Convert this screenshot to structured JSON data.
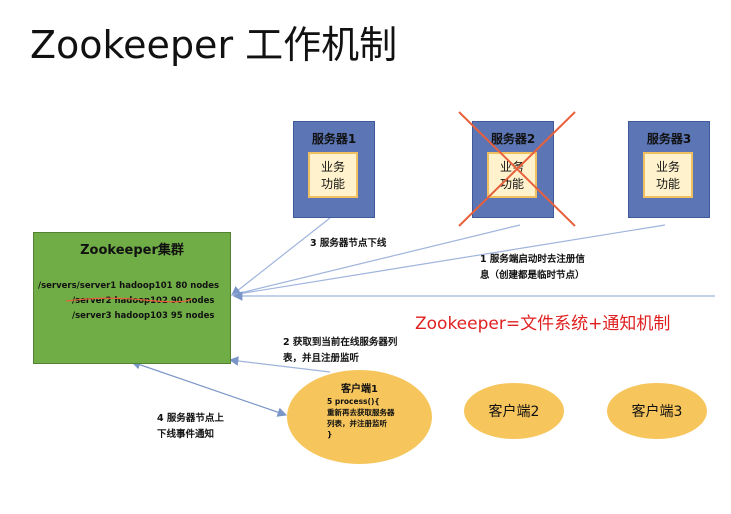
{
  "title": "Zookeeper 工作机制",
  "servers": [
    {
      "label": "服务器1",
      "business": "业务\n功能"
    },
    {
      "label": "服务器2",
      "business": "业务\n功能"
    },
    {
      "label": "服务器3",
      "business": "业务\n功能"
    }
  ],
  "cluster": {
    "title": "Zookeeper集群",
    "rows": [
      "/servers/server1  hadoop101  80 nodes",
      "/server2  hadoop102  90 nodes",
      "/server3  hadoop103  95 nodes"
    ]
  },
  "notes": {
    "step1": "1  服务端启动时去注册信\n息（创建都是临时节点）",
    "step2": "2  获取到当前在线服务器列\n表，并且注册监听",
    "step3": "3 服务器节点下线",
    "step4": "4  服务器节点上\n下线事件通知"
  },
  "formula": "Zookeeper=文件系统+通知机制",
  "clients": [
    {
      "label": "客户端1",
      "code": "5 process(){\n重新再去获取服务器\n列表，并注册监听\n}"
    },
    {
      "label": "客户端2"
    },
    {
      "label": "客户端3"
    }
  ],
  "colors": {
    "server": "#5b75b5",
    "cluster": "#70ad47",
    "client": "#f6c55c",
    "business_box": "#fff2cc",
    "cross": "#e8603c",
    "formula": "#e02020"
  }
}
